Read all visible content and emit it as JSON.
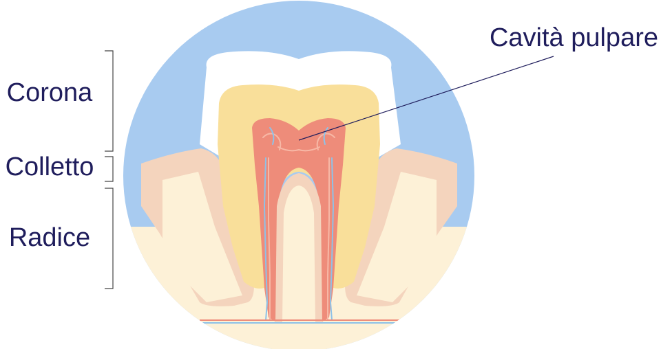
{
  "labels": {
    "crown": "Corona",
    "neck": "Colletto",
    "root": "Radice",
    "pulp_cavity": "Cavità pulpare"
  },
  "colors": {
    "background_circle": "#a8cbf0",
    "enamel": "#ffffff",
    "dentin": "#f9df9a",
    "gum": "#f4d4bd",
    "bone": "#fdf1d7",
    "pulp": "#ee8c7a",
    "nerve": "#f7b8a6",
    "vessel": "#8ec2e8",
    "label_text": "#1f1d5c",
    "bracket_line": "#444444"
  }
}
